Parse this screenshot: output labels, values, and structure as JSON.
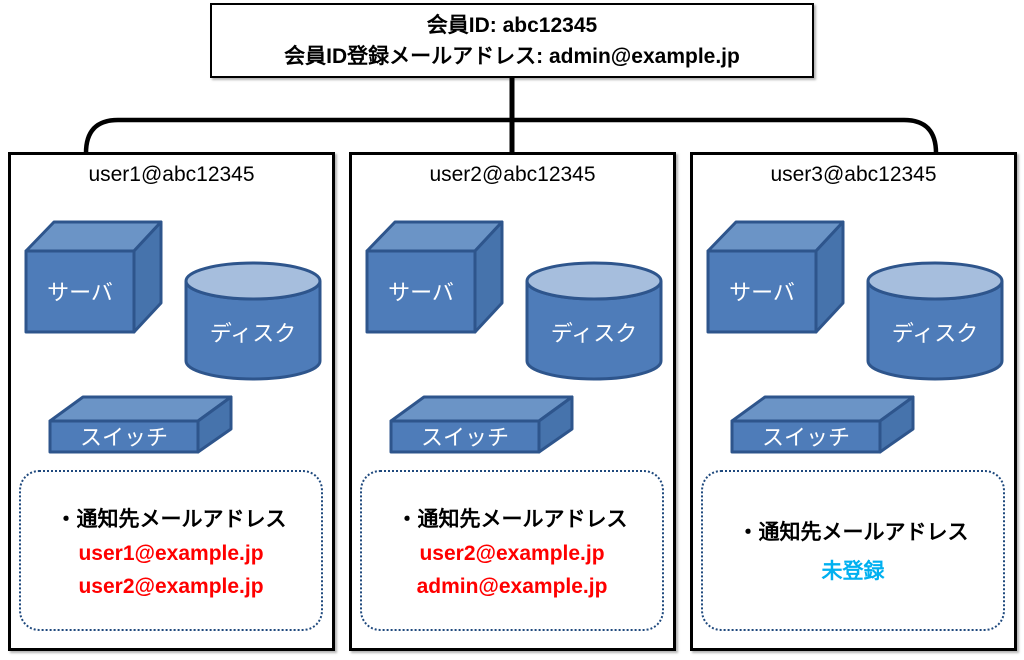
{
  "header": {
    "member_id_line": "会員ID: abc12345",
    "registered_email_line": "会員ID登録メールアドレス: admin@example.jp"
  },
  "panels": [
    {
      "title": "user1@abc12345",
      "server_label": "サーバ",
      "disk_label": "ディスク",
      "switch_label": "スイッチ",
      "notify_heading": "・通知先メールアドレス",
      "notify_lines": [
        "user1@example.jp",
        "user2@example.jp"
      ],
      "notify_status": "registered"
    },
    {
      "title": "user2@abc12345",
      "server_label": "サーバ",
      "disk_label": "ディスク",
      "switch_label": "スイッチ",
      "notify_heading": "・通知先メールアドレス",
      "notify_lines": [
        "user2@example.jp",
        "admin@example.jp"
      ],
      "notify_status": "registered"
    },
    {
      "title": "user3@abc12345",
      "server_label": "サーバ",
      "disk_label": "ディスク",
      "switch_label": "スイッチ",
      "notify_heading": "・通知先メールアドレス",
      "notify_lines": [
        "未登録"
      ],
      "notify_status": "unregistered"
    }
  ],
  "colors": {
    "email_registered": "#ff0000",
    "email_unregistered": "#00b0f0",
    "shape_front": "#4e7cb9",
    "shape_top": "#6b94c6",
    "shape_side": "#4673ac",
    "shape_stroke": "#2e558c",
    "cylinder_top": "#a6bedd",
    "dotted_border": "#1f497d",
    "connector": "#000000"
  }
}
